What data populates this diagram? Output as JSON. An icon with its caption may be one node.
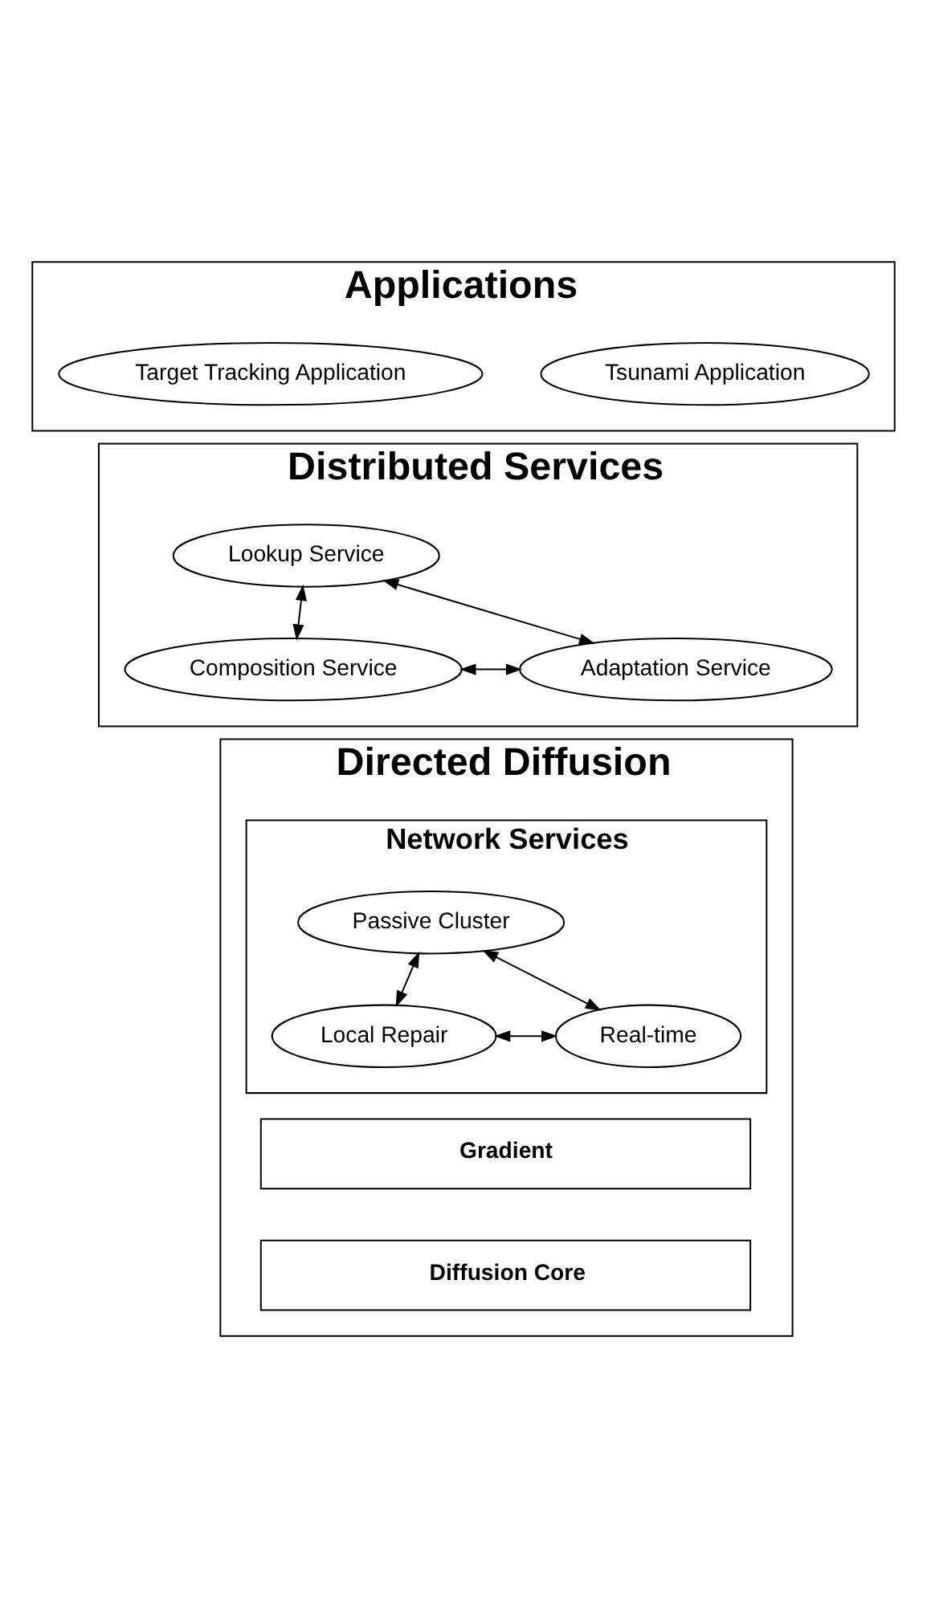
{
  "diagram": {
    "nodes": [
      {
        "text": [
          "Applications"
        ]
      },
      {
        "text": [
          "Tsunami Application"
        ],
        "in": 0
      },
      {
        "text": [
          "Target Tracking Application"
        ],
        "in": 0
      },
      {
        "text": [
          "Distributed Services"
        ]
      },
      {
        "text": [
          "Lookup Service"
        ],
        "in": 3
      },
      {
        "text": [
          "Composition Service"
        ],
        "in": 3
      },
      {
        "text": [
          "Adaptation Service"
        ],
        "in": 3
      },
      {
        "text": [
          "Directed Diffusion"
        ]
      },
      {
        "text": [
          "Network Services"
        ],
        "in": 7
      },
      {
        "text": [
          "Passive Cluster"
        ],
        "in": 8
      },
      {
        "text": [
          "Local Repair"
        ],
        "in": 8
      },
      {
        "text": [
          "Real-time"
        ],
        "in": 8
      },
      {
        "text": [
          "Gradient"
        ],
        "in": 7
      },
      {
        "text": [
          "Diffusion Core"
        ],
        "in": 7
      }
    ],
    "edges": [
      {
        "from": 4,
        "to": 5,
        "arrow": "both"
      },
      {
        "from": 4,
        "to": 6,
        "arrow": "both"
      },
      {
        "from": 5,
        "to": 6,
        "arrow": "both"
      },
      {
        "from": 9,
        "to": 10,
        "arrow": "both"
      },
      {
        "from": 9,
        "to": 11,
        "arrow": "both"
      },
      {
        "from": 10,
        "to": 11,
        "arrow": "both"
      }
    ]
  }
}
